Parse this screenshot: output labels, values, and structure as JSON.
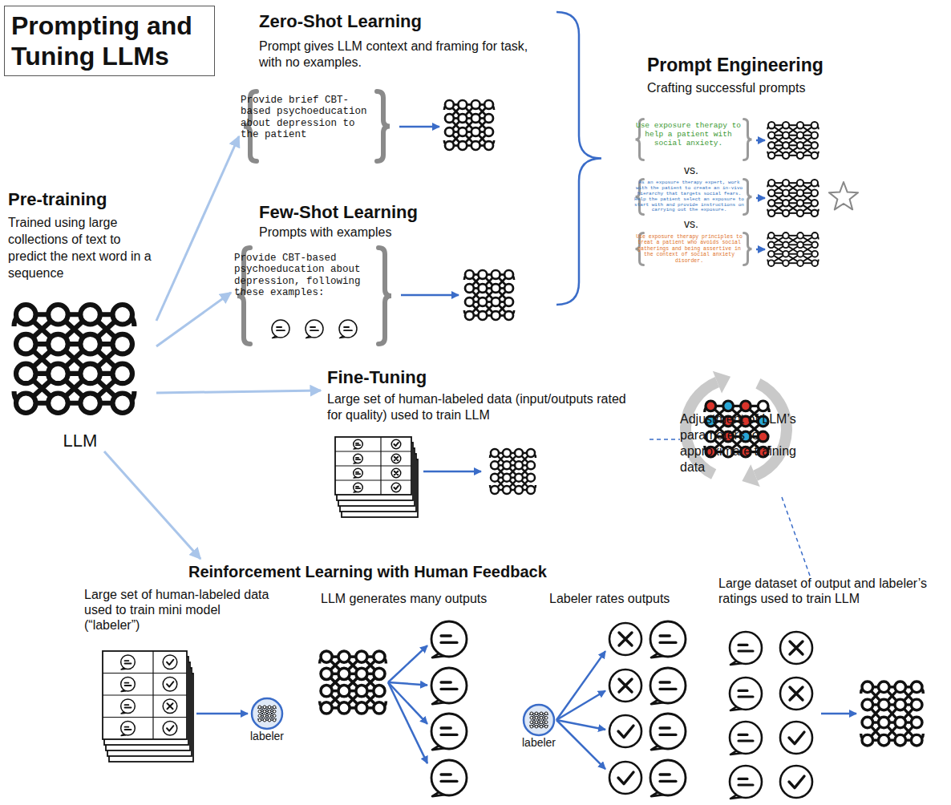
{
  "diagram": {
    "title": "Prompting and Tuning LLMs",
    "nodes": [
      {
        "text": [
          "Pre-training",
          "Trained using large collections of text to predict the next word in a sequence",
          "LLM"
        ]
      },
      {
        "text": [
          "Zero-Shot Learning",
          "Prompt gives LLM context and framing for task, with no examples."
        ]
      },
      {
        "text": [
          "Provide brief CBT-based psychoeducation about depression to the patient"
        ],
        "in": 1
      },
      {
        "text": [
          "Few-Shot Learning",
          "Prompts with examples"
        ]
      },
      {
        "text": [
          "Provide CBT-based psychoeducation about depression, following these examples:"
        ],
        "in": 3
      },
      {
        "text": [
          "Prompt Engineering",
          "Crafting successful prompts"
        ]
      },
      {
        "text": [
          "Use exposure therapy to help a patient with social anxiety."
        ],
        "in": 5
      },
      {
        "text": [
          "As an exposure therapy expert, work with the patient to create an in-vivo hierarchy that targets social fears. Help the patient select an exposure to start with and provide instructions on carrying out the exposure."
        ],
        "in": 5
      },
      {
        "text": [
          "Use exposure therapy principles to treat a patient who avoids social gatherings and being assertive in the context of social anxiety disorder."
        ],
        "in": 5
      },
      {
        "text": [
          "Fine-Tuning",
          "Large set of human-labeled data (input/outputs rated for quality) used to train LLM"
        ]
      },
      {
        "text": [
          "Adjustment of LLM’s parameters to approximate training data"
        ]
      },
      {
        "text": [
          "Reinforcement Learning with Human Feedback"
        ]
      },
      {
        "text": [
          "Large set of human-labeled data used to train mini model (“labeler”)"
        ],
        "in": 11
      },
      {
        "text": [
          "LLM generates many outputs"
        ],
        "in": 11
      },
      {
        "text": [
          "Labeler rates outputs"
        ],
        "in": 11
      },
      {
        "text": [
          "Large dataset of output and labeler’s ratings used to train LLM"
        ],
        "in": 11
      }
    ],
    "edges": [
      {
        "from": 0,
        "to": 1,
        "arrow": "to"
      },
      {
        "from": 0,
        "to": 3,
        "arrow": "to"
      },
      {
        "from": 0,
        "to": 9,
        "arrow": "to"
      },
      {
        "from": 0,
        "to": 11,
        "arrow": "to"
      },
      {
        "from": 9,
        "to": 10,
        "arrow": "none"
      },
      {
        "from": 15,
        "to": 10,
        "arrow": "none"
      }
    ],
    "labels": [
      "vs.",
      "vs.",
      "labeler",
      "labeler"
    ]
  }
}
